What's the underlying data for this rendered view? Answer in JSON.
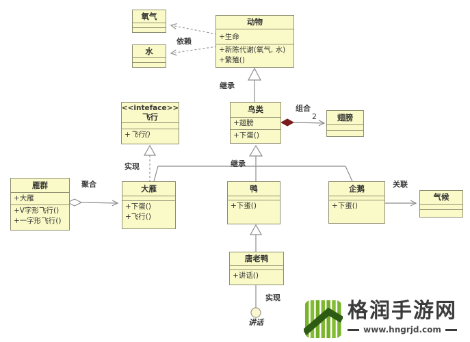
{
  "diagram": {
    "classes": {
      "oxygen": {
        "name": "氧气"
      },
      "water": {
        "name": "水"
      },
      "animal": {
        "name": "动物",
        "attrs": [
          "+生命"
        ],
        "methods": [
          "+新陈代谢(氧气, 水)",
          "+繁殖()"
        ]
      },
      "fly": {
        "stereotype": "<<inteface>>",
        "name": "飞行",
        "methods": [
          "+飞行()"
        ]
      },
      "bird": {
        "name": "鸟类",
        "attrs": [
          "+翅膀"
        ],
        "methods": [
          "+下蛋()"
        ]
      },
      "wings": {
        "name": "翅膀"
      },
      "flock": {
        "name": "雁群",
        "attrs": [
          "+大雁"
        ],
        "methods": [
          "+V字形飞行()",
          "+一字形飞行()"
        ]
      },
      "goose": {
        "name": "大雁",
        "methods": [
          "+下蛋()",
          "+飞行()"
        ]
      },
      "duck": {
        "name": "鸭",
        "methods": [
          "+下蛋()"
        ]
      },
      "penguin": {
        "name": "企鹅",
        "methods": [
          "+下蛋()"
        ]
      },
      "climate": {
        "name": "气候"
      },
      "donald": {
        "name": "唐老鸭",
        "methods": [
          "+讲话()"
        ]
      }
    },
    "labels": {
      "dependency": "依赖",
      "inherit_top": "继承",
      "inherit_mid": "继承",
      "realize_left": "实现",
      "composition": "组合",
      "multiplicity": "2",
      "aggregation": "聚合",
      "association": "关联",
      "realize_bottom": "实现",
      "lollipop": "讲话"
    },
    "colors": {
      "box_fill": "#FAFAC8",
      "box_border": "#8C8C70",
      "line": "#8C8C8C",
      "composition_diamond": "#7B1A1A",
      "text": "#333333"
    }
  },
  "watermark": {
    "site_name": "格润手游网",
    "site_url": "www.hngrjd.com",
    "logo_icon": "green-bars-roof-logo"
  }
}
